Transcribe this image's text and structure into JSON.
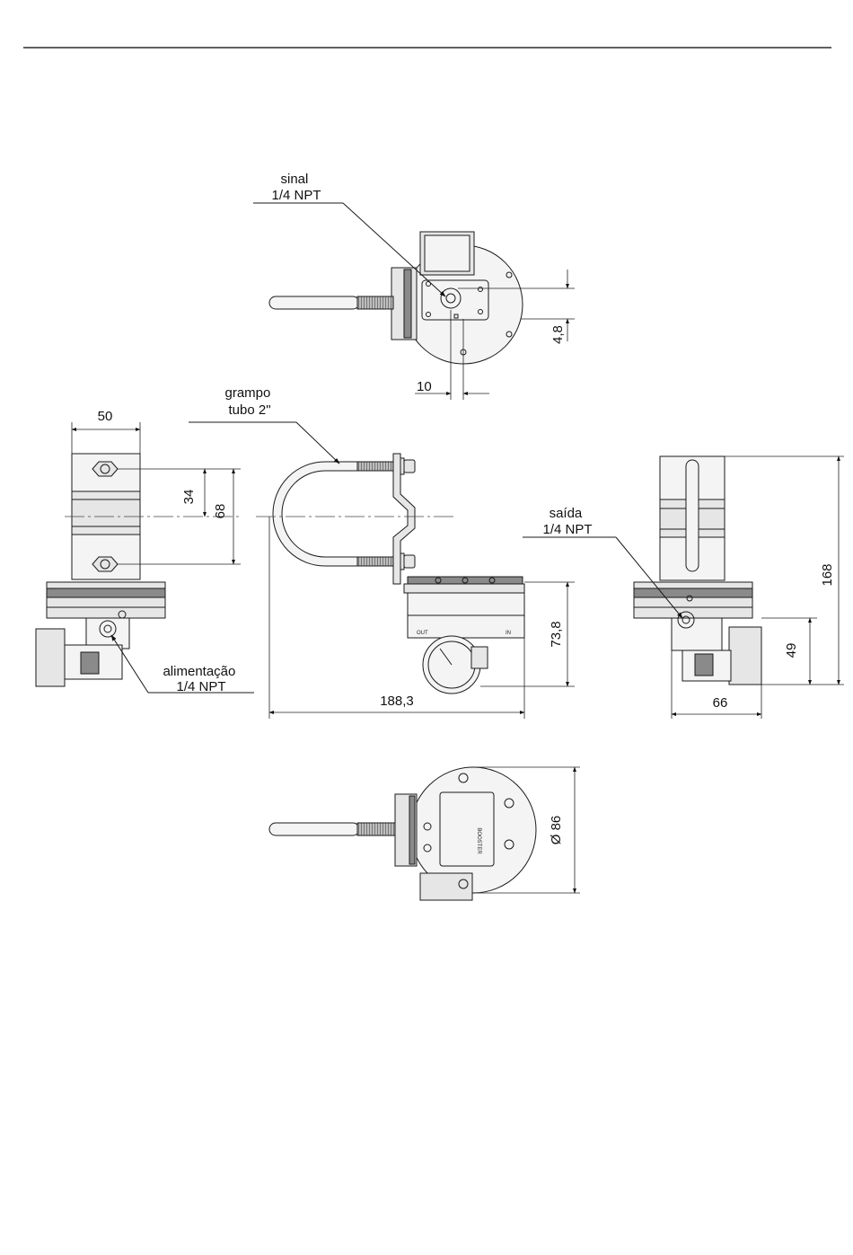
{
  "labels": {
    "signal_port": [
      "sinal",
      "1/4 NPT"
    ],
    "pipe_clamp": [
      "grampo",
      "tubo 2\""
    ],
    "supply_port": [
      "alimentação",
      "1/4 NPT"
    ],
    "output_port": [
      "saída",
      "1/4 NPT"
    ]
  },
  "dimensions": {
    "top_offset_v": "4,8",
    "top_offset_h": "10",
    "bracket_width": "50",
    "hole_spacing": "34",
    "bracket_height": "68",
    "overall_length": "188,3",
    "body_height": "73,8",
    "overall_height": "168",
    "port_height": "49",
    "side_depth": "66",
    "body_diameter": "Ø 86"
  },
  "gauge_text": {
    "out": "OUT",
    "in": "IN"
  },
  "nameplate": {
    "title": "BOOSTER"
  },
  "colors": {
    "line": "#1a1a1a",
    "background": "#ffffff"
  }
}
